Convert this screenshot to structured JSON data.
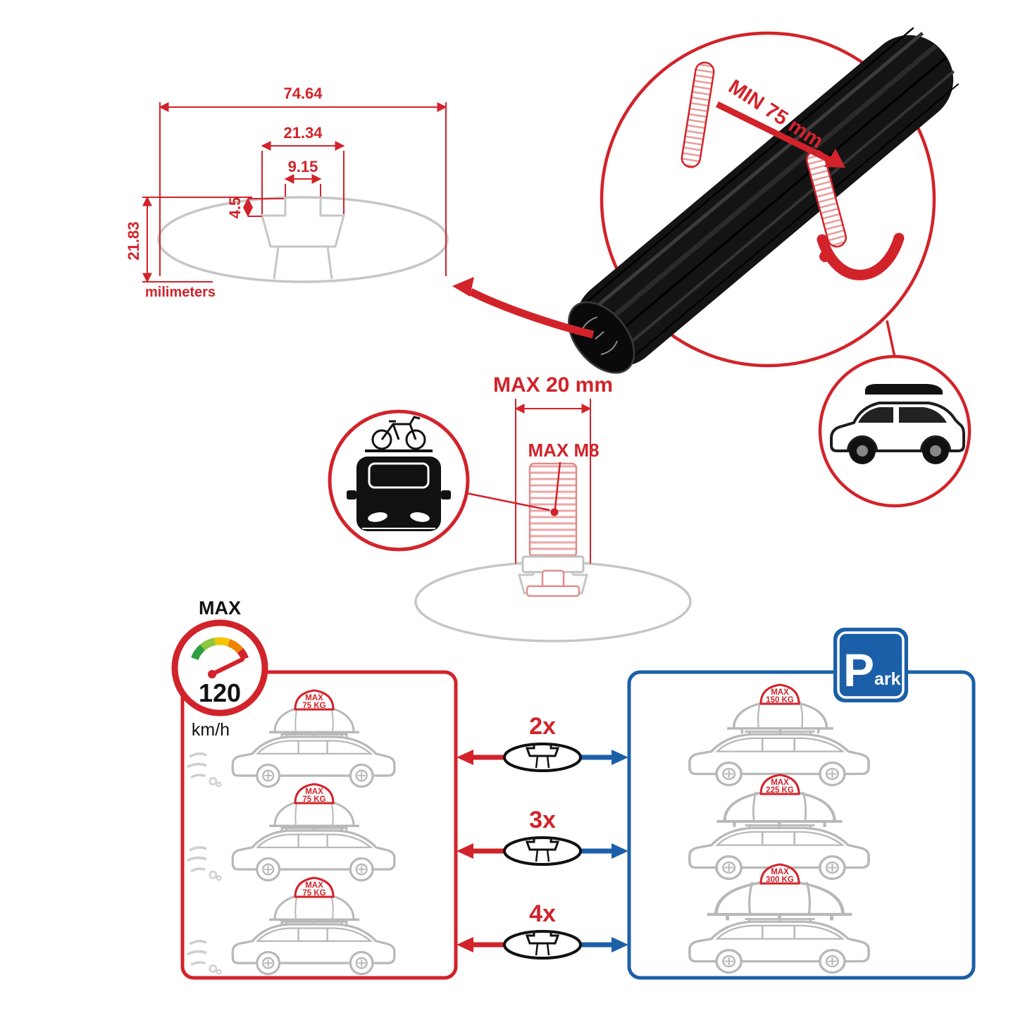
{
  "colors": {
    "red": "#d2232a",
    "blue": "#1b5fa8",
    "gray_line": "#c6c6c6",
    "car_gray": "#b8b8b8",
    "bar_black": "#141414",
    "bolt_pink": "#e08c8c",
    "gauge_green": "#2e9e41",
    "gauge_lightgreen": "#8dc63f",
    "gauge_yellow": "#f5c500",
    "gauge_orange": "#ef8200"
  },
  "dimension_diagram": {
    "total_width": "74.64",
    "slot_outer_width": "21.34",
    "slot_inner_width": "9.15",
    "slot_depth": "4.5",
    "total_height": "21.83",
    "unit_label": "milimeters"
  },
  "clamp_detail": {
    "min_clearance_label": "MIN 75 mm"
  },
  "bolt_detail": {
    "max_length_label": "MAX 20 mm",
    "max_thread_label": "MAX M8"
  },
  "speedometer": {
    "title": "MAX",
    "value": "120",
    "unit": "km/h"
  },
  "capacity_diagram": {
    "multipliers": [
      "2x",
      "3x",
      "4x"
    ],
    "left_cars": [
      {
        "tag_line1": "MAX",
        "tag_line2": "75 KG"
      },
      {
        "tag_line1": "MAX",
        "tag_line2": "75 KG"
      },
      {
        "tag_line1": "MAX",
        "tag_line2": "75 KG"
      }
    ],
    "right_cars": [
      {
        "tag_line1": "MAX",
        "tag_line2": "150 KG"
      },
      {
        "tag_line1": "MAX",
        "tag_line2": "225 KG"
      },
      {
        "tag_line1": "MAX",
        "tag_line2": "300 KG"
      }
    ],
    "park_sign": {
      "letter": "P",
      "suffix": "ark"
    }
  }
}
